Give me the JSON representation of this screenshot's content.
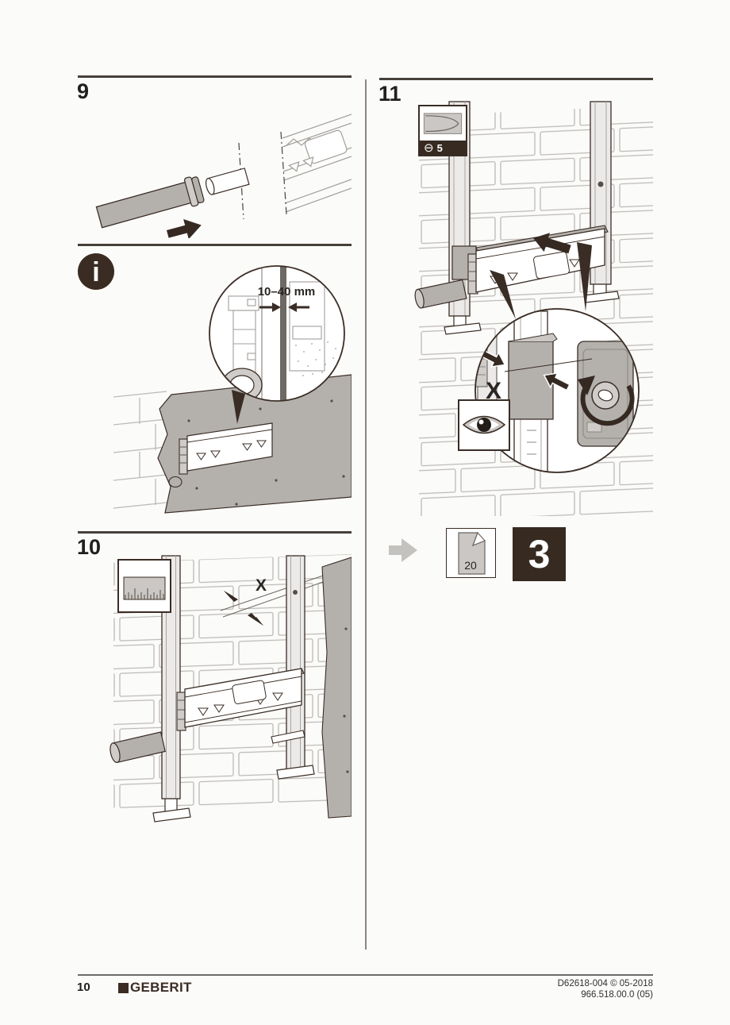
{
  "page": {
    "number": "10",
    "brand": "GEBERIT",
    "doc_code": "D62618-004 © 05-2018",
    "doc_version": "966.518.00.0 (05)"
  },
  "steps": {
    "nine": {
      "label": "9"
    },
    "ten": {
      "label": "10",
      "gap_label": "X"
    },
    "eleven": {
      "label": "11",
      "gap_label": "X",
      "tool_symbol": "⊖",
      "tool_size": "5",
      "ref_page": "20",
      "ref_step": "3"
    }
  },
  "info": {
    "measure_label": "10–40 mm",
    "icon_glyph": "i"
  },
  "colors": {
    "ink": "#3a2d25",
    "panel_gray": "#b4b1ad",
    "accent_dark": "#362a21",
    "arrow_gray": "#c4c2bf"
  }
}
